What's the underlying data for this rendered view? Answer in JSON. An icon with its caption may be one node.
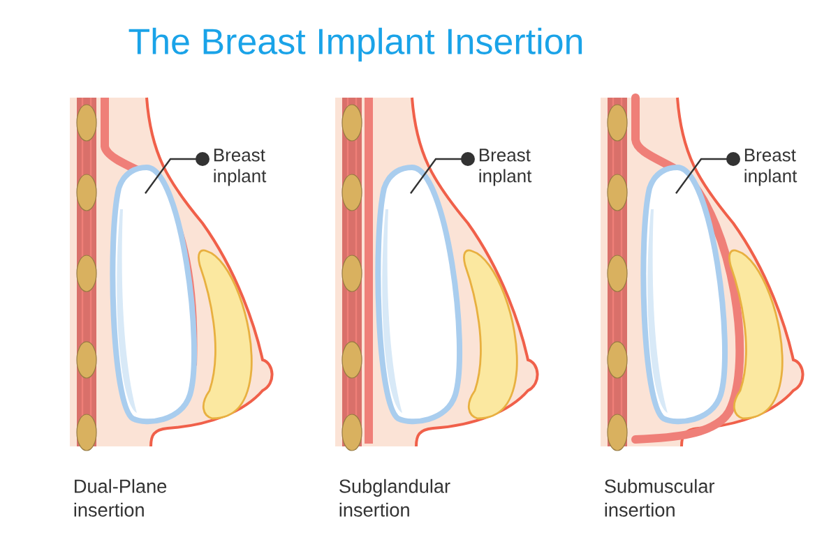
{
  "diagram": {
    "title": "The Breast Implant Insertion",
    "nodes": [
      {
        "text": [
          "Breast inplant"
        ]
      },
      {
        "text": [],
        "shape": "picture",
        "beside": [
          "Dual-Plane insertion"
        ]
      },
      {
        "text": [
          "Breast inplant"
        ]
      },
      {
        "text": [],
        "shape": "picture",
        "beside": [
          "Subglandular insertion"
        ]
      },
      {
        "text": [
          "Breast inplant"
        ]
      },
      {
        "text": [],
        "shape": "picture",
        "beside": [
          "Submuscular insertion"
        ]
      }
    ],
    "edges": [
      {
        "from": 0,
        "to": 1,
        "arrow": "other"
      },
      {
        "from": 2,
        "to": 3,
        "arrow": "other"
      },
      {
        "from": 4,
        "to": 5,
        "arrow": "other"
      }
    ]
  }
}
